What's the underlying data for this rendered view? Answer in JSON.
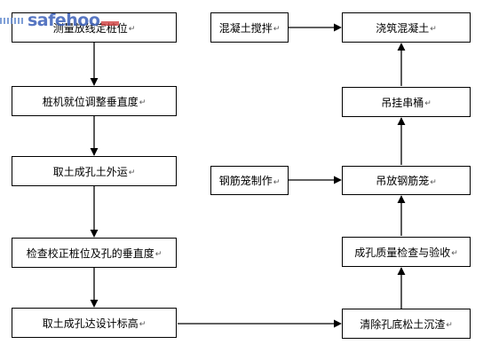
{
  "watermark": {
    "text": "safehoo"
  },
  "paragraph_mark": "↵",
  "left_column": [
    {
      "id": "L1",
      "label": "测量放线定桩位"
    },
    {
      "id": "L2",
      "label": "桩机就位调整垂直度"
    },
    {
      "id": "L3",
      "label": "取土成孔土外运"
    },
    {
      "id": "L4",
      "label": "检查校正桩位及孔的垂直度"
    },
    {
      "id": "L5",
      "label": "取土成孔达设计标高"
    }
  ],
  "right_column": [
    {
      "id": "R1",
      "label": "清除孔底松土沉渣"
    },
    {
      "id": "R2",
      "label": "成孔质量检查与验收"
    },
    {
      "id": "R3",
      "label": "吊放钢筋笼"
    },
    {
      "id": "R4",
      "label": "吊挂串桶"
    },
    {
      "id": "R5",
      "label": "浇筑混凝土"
    }
  ],
  "side_inputs": [
    {
      "id": "S1",
      "label": "钢筋笼制作"
    },
    {
      "id": "S2",
      "label": "混凝土搅拌"
    }
  ]
}
